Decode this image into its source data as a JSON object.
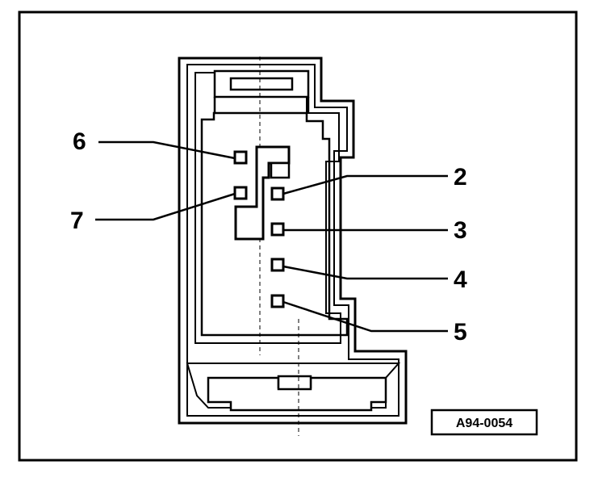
{
  "figure": {
    "reference_code": "A94-0054",
    "pin_labels": {
      "pin2": "2",
      "pin3": "3",
      "pin4": "4",
      "pin5": "5",
      "pin6": "6",
      "pin7": "7"
    }
  }
}
